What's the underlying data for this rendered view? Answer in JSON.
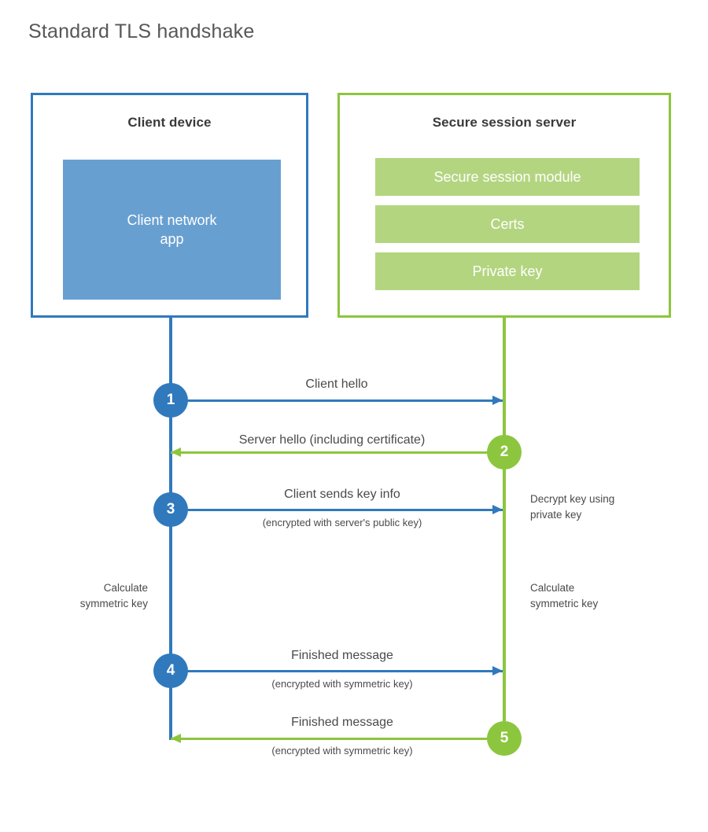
{
  "title": "Standard TLS handshake",
  "colors": {
    "client_blue": "#3079bd",
    "client_app_fill": "#689fd1",
    "server_green": "#8cc63e",
    "server_bar_fill": "#b3d580",
    "text_dark": "#4a4a4a",
    "title_gray": "#575757"
  },
  "parties": {
    "client": {
      "title": "Client device",
      "app_label": "Client network\napp"
    },
    "server": {
      "title": "Secure session server",
      "components": [
        {
          "label": "Secure session module"
        },
        {
          "label": "Certs"
        },
        {
          "label": "Private key"
        }
      ]
    }
  },
  "messages": [
    {
      "step": "1",
      "label": "Client hello",
      "sublabel": "",
      "direction": "client-to-server",
      "color": "blue"
    },
    {
      "step": "2",
      "label": "Server hello (including certificate)",
      "sublabel": "",
      "direction": "server-to-client",
      "color": "green"
    },
    {
      "step": "3",
      "label": "Client sends key info",
      "sublabel": "(encrypted with server's public key)",
      "direction": "client-to-server",
      "color": "blue"
    },
    {
      "step": "4",
      "label": "Finished message",
      "sublabel": "(encrypted with symmetric key)",
      "direction": "client-to-server",
      "color": "blue"
    },
    {
      "step": "5",
      "label": "Finished message",
      "sublabel": "(encrypted with symmetric key)",
      "direction": "server-to-client",
      "color": "green"
    }
  ],
  "notes": {
    "server_decrypt": "Decrypt key using\nprivate key",
    "client_calculate": "Calculate\nsymmetric key",
    "server_calculate": "Calculate\nsymmetric key"
  }
}
